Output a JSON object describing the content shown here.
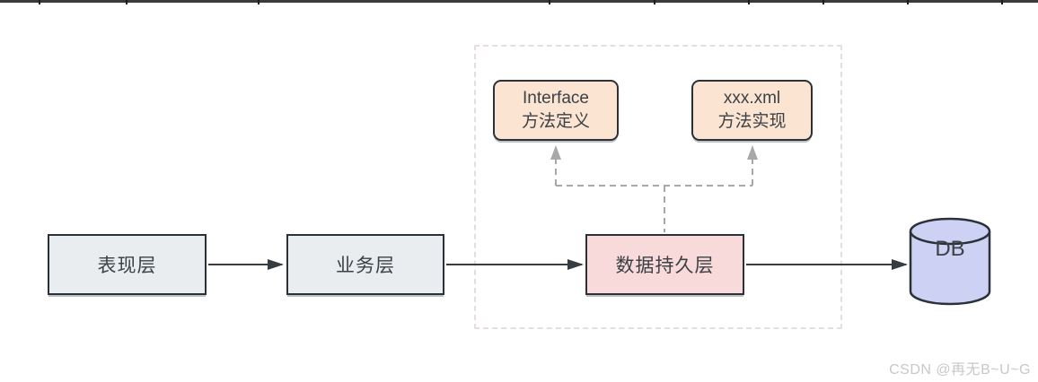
{
  "topbar": {
    "ticks_x": [
      43,
      140,
      287,
      611,
      728,
      833,
      916,
      1010,
      1115
    ]
  },
  "flow": {
    "presentation": {
      "label": "表现层"
    },
    "business": {
      "label": "业务层"
    },
    "persistence": {
      "label": "数据持久层"
    },
    "database": {
      "label": "DB"
    }
  },
  "mapper": {
    "interface_box": {
      "line1": "Interface",
      "line2": "方法定义"
    },
    "xml_box": {
      "line1": "xxx.xml",
      "line2": "方法实现"
    }
  },
  "watermark": {
    "text": "CSDN @再无B~U~G"
  },
  "colors": {
    "layer_fill": "#e9edf0",
    "persistence_fill": "#f9dadb",
    "mapper_fill": "#fbe5d2",
    "database_fill": "#cdd2f5",
    "box_border": "#2b3138",
    "text": "#3c4146",
    "solid_arrow": "#373c41",
    "dashed_connector": "#a8a8a8",
    "group_border": "#e4dedc",
    "toolbar_edge": "#3a3a3a",
    "watermark": "#c8c8c8"
  }
}
